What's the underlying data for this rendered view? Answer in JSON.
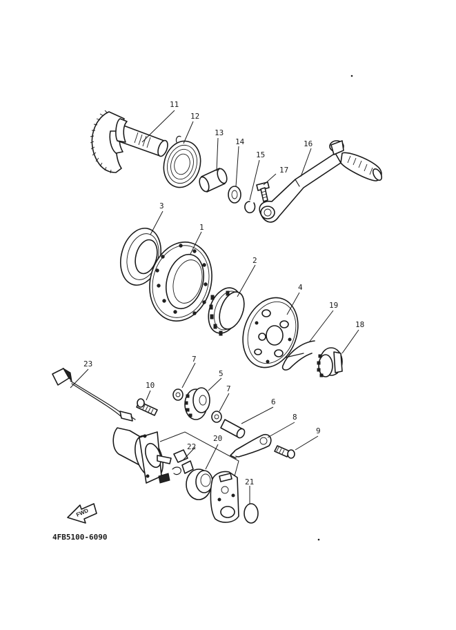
{
  "parts": [
    {
      "id": "1",
      "label": "1"
    },
    {
      "id": "2",
      "label": "2"
    },
    {
      "id": "3",
      "label": "3"
    },
    {
      "id": "4",
      "label": "4"
    },
    {
      "id": "5",
      "label": "5"
    },
    {
      "id": "6",
      "label": "6"
    },
    {
      "id": "7a",
      "label": "7"
    },
    {
      "id": "7b",
      "label": "7"
    },
    {
      "id": "8",
      "label": "8"
    },
    {
      "id": "9",
      "label": "9"
    },
    {
      "id": "10",
      "label": "10"
    },
    {
      "id": "11",
      "label": "11"
    },
    {
      "id": "12",
      "label": "12"
    },
    {
      "id": "13",
      "label": "13"
    },
    {
      "id": "14",
      "label": "14"
    },
    {
      "id": "15",
      "label": "15"
    },
    {
      "id": "16",
      "label": "16"
    },
    {
      "id": "17",
      "label": "17"
    },
    {
      "id": "18",
      "label": "18"
    },
    {
      "id": "19",
      "label": "19"
    },
    {
      "id": "20",
      "label": "20"
    },
    {
      "id": "21",
      "label": "21"
    },
    {
      "id": "22",
      "label": "22"
    },
    {
      "id": "23",
      "label": "23"
    }
  ],
  "forward_arrow": "FWD",
  "diagram_code": "4FB5100-6090"
}
